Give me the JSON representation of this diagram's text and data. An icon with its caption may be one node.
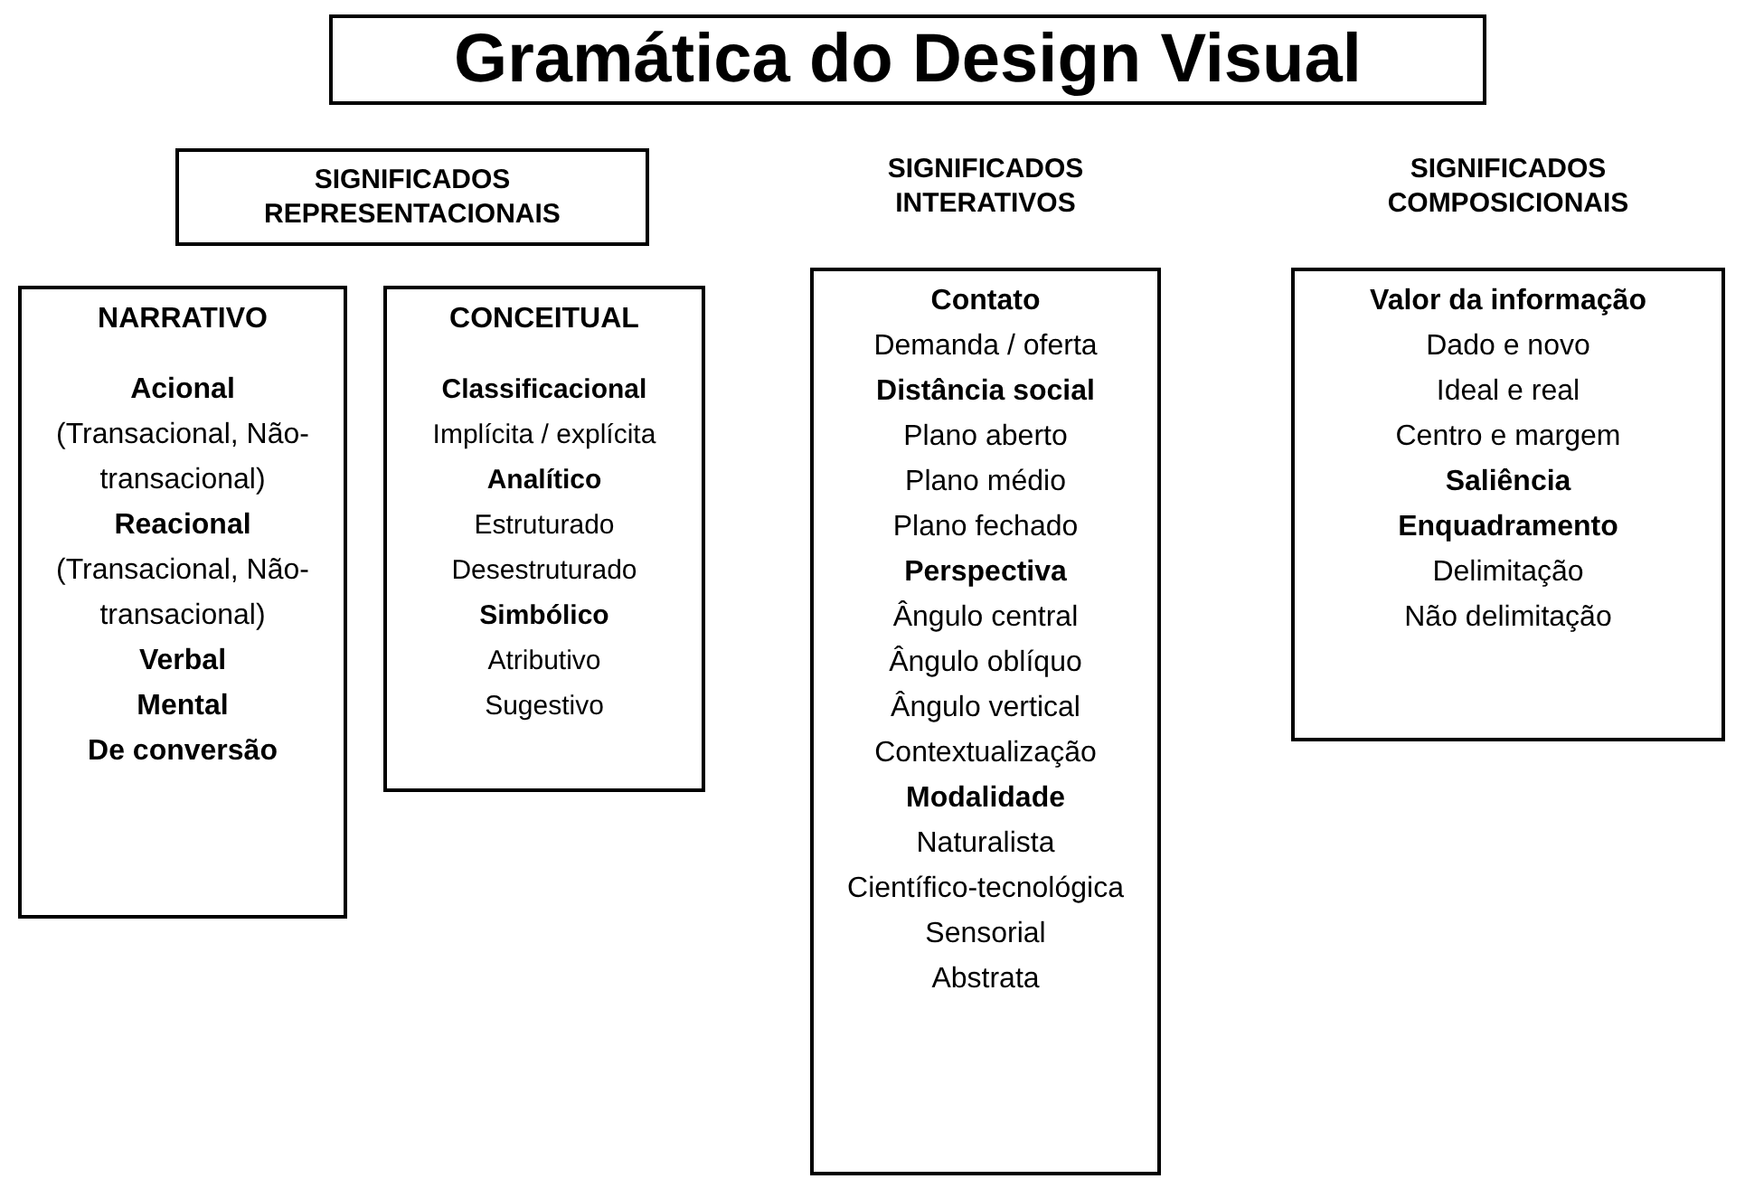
{
  "diagram": {
    "title": "Gramática do Design Visual",
    "nodes": [
      {
        "text": [
          "SIGNIFICADOS REPRESENTACIONAIS"
        ]
      },
      {
        "text": [
          "NARRATIVO",
          "Acional",
          "(Transacional, Não- transacional)",
          "Reacional",
          "(Transacional, Não- transacional)",
          "Verbal",
          "Mental",
          "De conversão"
        ]
      },
      {
        "text": [
          "CONCEITUAL",
          "Classificacional",
          "Implícita / explícita",
          "Analítico",
          "Estruturado",
          "Desestruturado",
          "Simbólico",
          "Atributivo",
          "Sugestivo"
        ]
      },
      {
        "text": [
          "SIGNIFICADOS INTERATIVOS",
          "Contato",
          "Demanda / oferta",
          "Distância social",
          "Plano aberto",
          "Plano médio",
          "Plano fechado",
          "Perspectiva",
          "Ângulo central",
          "Ângulo oblíquo",
          "Ângulo vertical",
          "Contextualização",
          "Modalidade",
          "Naturalista",
          "Científico-tecnológica",
          "Sensorial",
          "Abstrata"
        ]
      },
      {
        "text": [
          "SIGNIFICADOS COMPOSICIONAIS",
          "Valor da informação",
          "Dado e novo",
          "Ideal e real",
          "Centro e margem",
          "Saliência",
          "Enquadramento",
          "Delimitação",
          "Não delimitação"
        ]
      }
    ]
  }
}
